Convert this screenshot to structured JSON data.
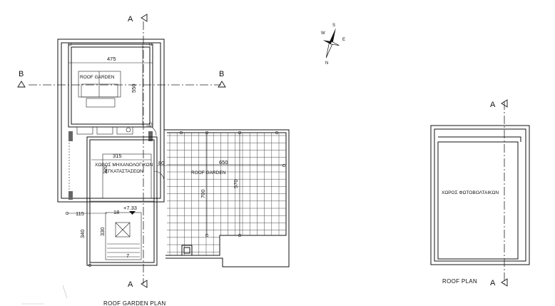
{
  "section_marks": {
    "a_top": "A",
    "a_bottom": "A",
    "b_left": "B",
    "b_right": "B",
    "a_roof_top": "A",
    "a_roof_bottom": "A"
  },
  "compass": {
    "north": "N",
    "south": "S",
    "east": "E",
    "west": "W"
  },
  "dimensions": {
    "d475": "475",
    "d550": "550",
    "d315": "315",
    "d320": "320",
    "d80": "80",
    "d650": "650",
    "d700": "700",
    "d570": "570",
    "d115": "115",
    "d340": "340",
    "d330": "330",
    "d18": "18",
    "d7": "7",
    "level": "+7.33"
  },
  "labels": {
    "roof_garden_upper": "ROOF GARDEN",
    "roof_garden_main": "ROOF GARDEN",
    "mech_line1": "ΧΩΡΟΣ ΜΗΧΑΝΟΛΟΓΙΚΩΝ",
    "mech_line2": "ΕΓΚΑΤΑΣΤΑΣΕΩΝ",
    "pv_area": "ΧΩΡΟΣ ΦΩΤΟΒΟΛΤΑΙΚΩΝ"
  },
  "titles": {
    "roof_garden_plan": "ROOF GARDEN PLAN",
    "roof_plan": "ROOF PLAN"
  }
}
